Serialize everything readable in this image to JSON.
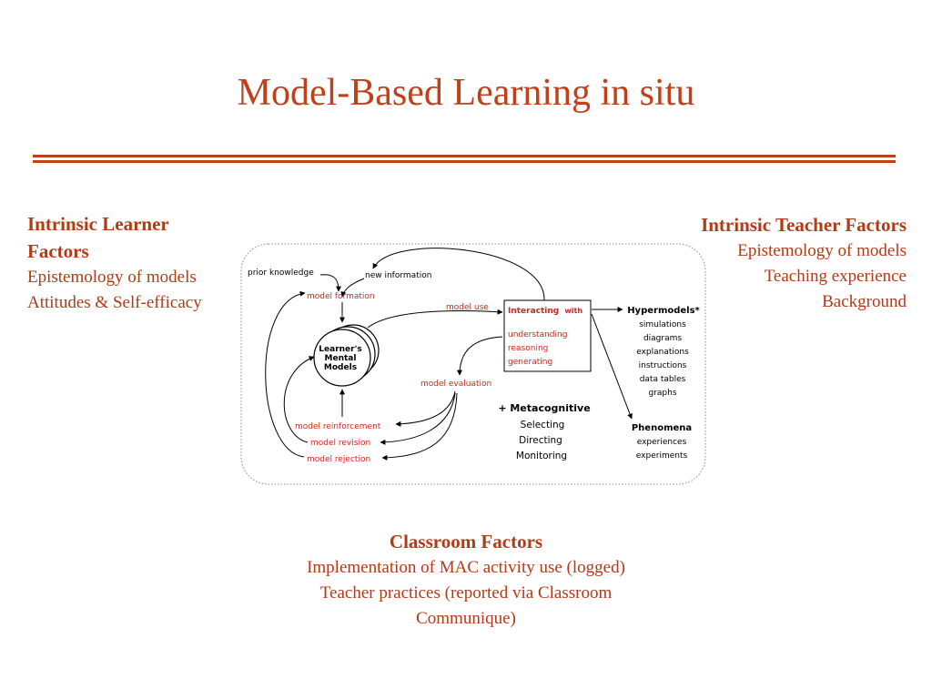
{
  "slide": {
    "title": "Model-Based Learning in situ"
  },
  "learner": {
    "heading_line1": "Intrinsic Learner",
    "heading_line2": "Factors",
    "items": [
      "Epistemology of models",
      "Attitudes & Self-efficacy"
    ]
  },
  "teacher": {
    "heading": "Intrinsic Teacher Factors",
    "items": [
      "Epistemology of models",
      "Teaching experience",
      "Background"
    ]
  },
  "classroom": {
    "heading": "Classroom Factors",
    "lines": [
      "Implementation of MAC activity use (logged)",
      "Teacher practices (reported via Classroom",
      "Communique)"
    ]
  },
  "diagram": {
    "prior_knowledge": "prior knowledge",
    "new_information": "new information",
    "model_formation": "model formation",
    "model_use": "model use",
    "mental_models": [
      "Learner's",
      "Mental",
      "Models"
    ],
    "interacting": "Interacting",
    "interacting_with": "with",
    "interacting_items": [
      "understanding",
      "reasoning",
      "generating"
    ],
    "model_evaluation": "model evaluation",
    "outcomes": [
      "model reinforcement",
      "model revision",
      "model rejection"
    ],
    "metacognitive_heading": "+ Metacognitive",
    "metacognitive_items": [
      "Selecting",
      "Directing",
      "Monitoring"
    ],
    "hypermodels_heading": "Hypermodels*",
    "hypermodels_items": [
      "simulations",
      "diagrams",
      "explanations",
      "instructions",
      "data tables",
      "graphs"
    ],
    "phenomena_heading": "Phenomena",
    "phenomena_items": [
      "experiences",
      "experiments"
    ]
  },
  "colors": {
    "accent": "#c0401a",
    "diagram_red": "#d0261b",
    "ink": "#000000"
  }
}
